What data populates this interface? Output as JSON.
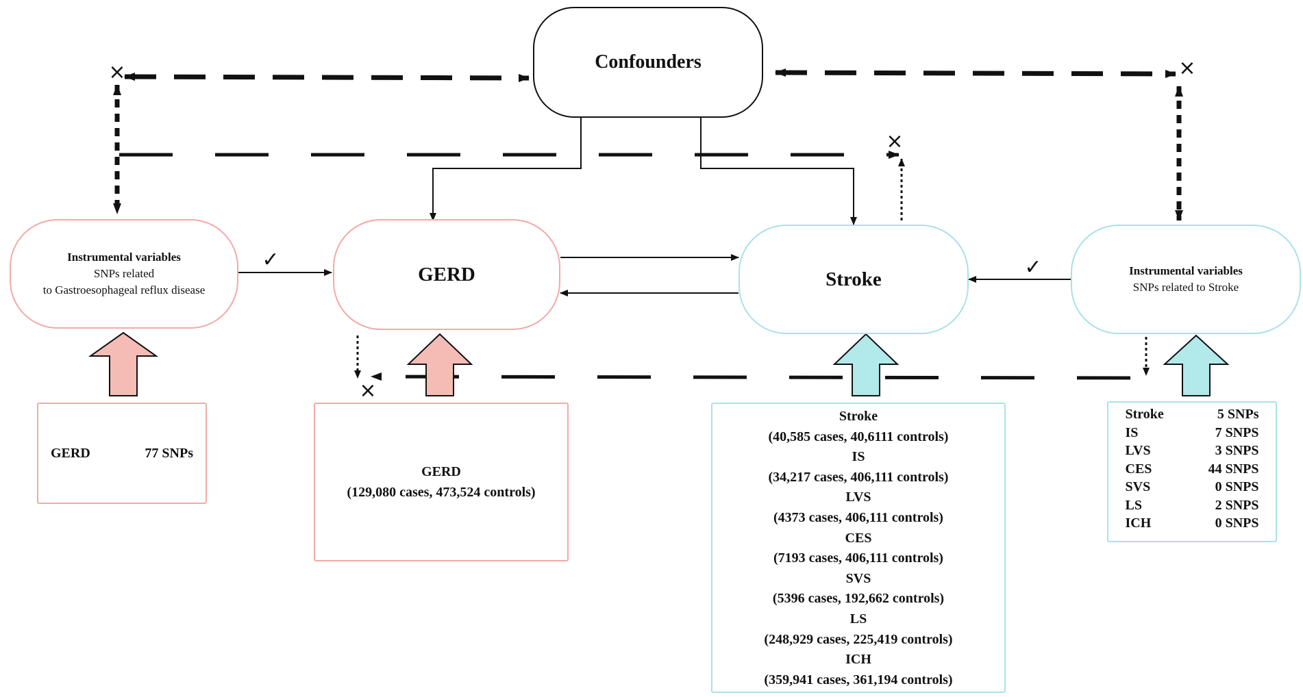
{
  "nodes": {
    "confounders": {
      "label": "Confounders"
    },
    "gerd": {
      "label": "GERD"
    },
    "stroke": {
      "label": "Stroke"
    },
    "iv_gerd": {
      "title": "Instrumental variables",
      "lines": [
        "SNPs related",
        "to Gastroesophageal reflux disease"
      ]
    },
    "iv_stroke": {
      "title": "Instrumental variables",
      "lines": [
        "SNPs related to Stroke"
      ]
    }
  },
  "gerd_snps_box": {
    "name": "GERD",
    "value": "77 SNPs"
  },
  "gerd_data_box": {
    "title": "GERD",
    "detail": "(129,080 cases, 473,524 controls)"
  },
  "stroke_data_box": {
    "lines": [
      "Stroke",
      "(40,585 cases, 40,6111 controls)",
      "IS",
      "(34,217 cases, 406,111 controls)",
      "LVS",
      "(4373 cases, 406,111 controls)",
      "CES",
      "(7193 cases, 406,111 controls)",
      "SVS",
      "(5396 cases, 192,662 controls)",
      "LS",
      "(248,929 cases, 225,419 controls)",
      "ICH",
      "(359,941 cases, 361,194 controls)"
    ]
  },
  "stroke_snps_box": {
    "rows": [
      {
        "name": "Stroke",
        "value": "5 SNPs"
      },
      {
        "name": "IS",
        "value": "7 SNPS"
      },
      {
        "name": "LVS",
        "value": "3 SNPS"
      },
      {
        "name": "CES",
        "value": "44 SNPS"
      },
      {
        "name": "SVS",
        "value": "0 SNPS"
      },
      {
        "name": "LS",
        "value": "2 SNPS"
      },
      {
        "name": "ICH",
        "value": "0 SNPS"
      }
    ]
  },
  "marks": {
    "check": "✓",
    "cross": "×"
  },
  "colors": {
    "pink_border": "#f2aaa6",
    "pink_fill": "#f5bcb6",
    "cyan_border": "#a9e1e9",
    "cyan_fill": "#b2e9ea",
    "line": "#111111"
  }
}
